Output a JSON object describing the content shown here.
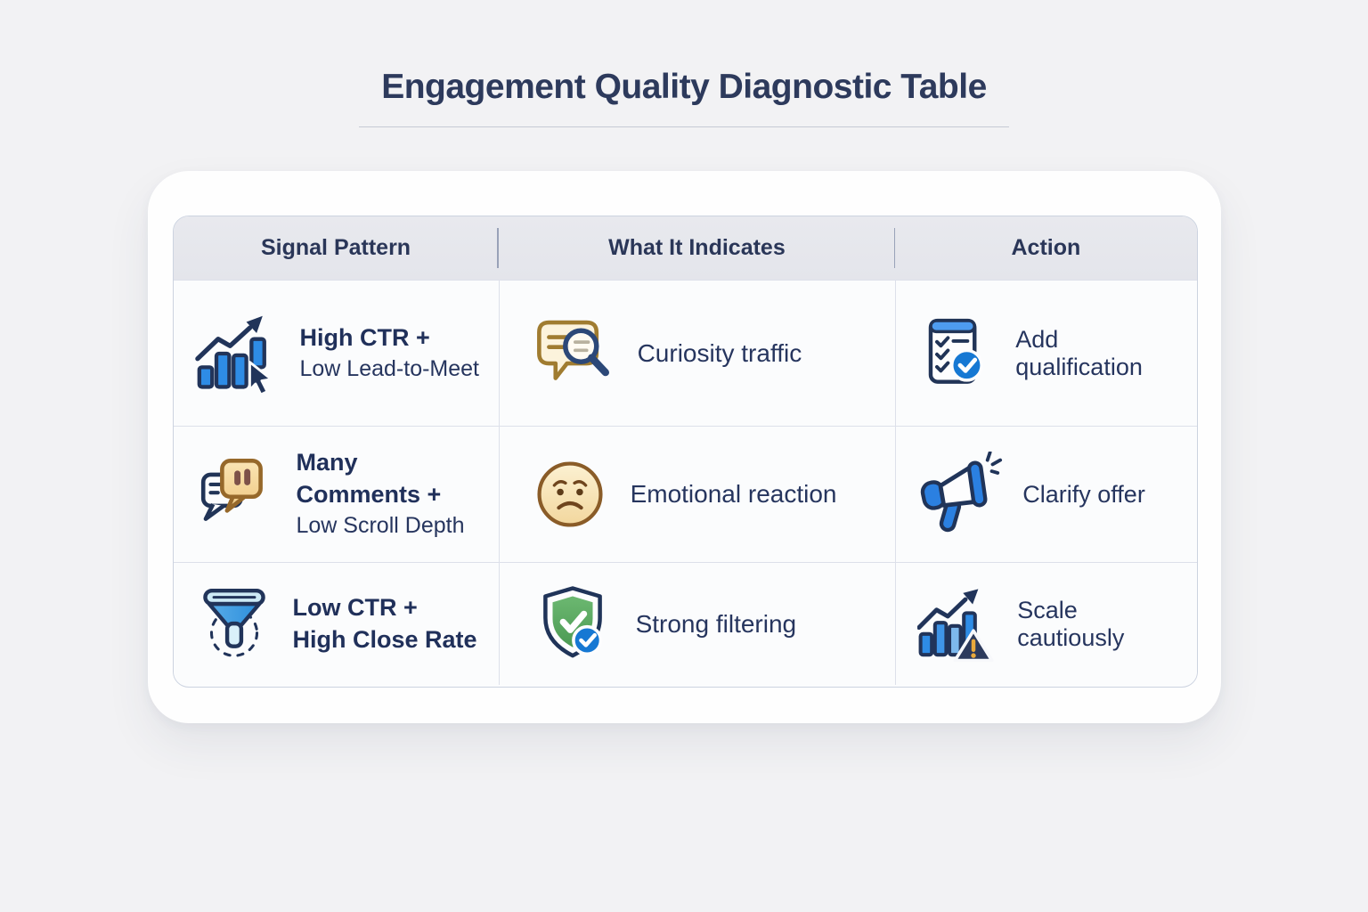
{
  "page": {
    "title": "Engagement Quality Diagnostic Table"
  },
  "table": {
    "headers": [
      "Signal Pattern",
      "What It Indicates",
      "Action"
    ],
    "rows": [
      {
        "signal": {
          "icon": "bar-chart-growth-cursor-icon",
          "lines": [
            "High CTR +",
            "Low Lead-to-Meet"
          ]
        },
        "indicates": {
          "icon": "comment-magnifier-icon",
          "label": "Curiosity traffic"
        },
        "action": {
          "icon": "checklist-check-icon",
          "label": "Add qualification"
        }
      },
      {
        "signal": {
          "icon": "comment-bubbles-icon",
          "lines": [
            "Many",
            "Comments +",
            "Low Scroll Depth"
          ]
        },
        "indicates": {
          "icon": "sad-face-icon",
          "label": "Emotional reaction"
        },
        "action": {
          "icon": "megaphone-icon",
          "label": "Clarify offer"
        }
      },
      {
        "signal": {
          "icon": "funnel-icon",
          "lines": [
            "Low CTR +",
            "High Close Rate"
          ]
        },
        "indicates": {
          "icon": "shield-check-icon",
          "label": "Strong filtering"
        },
        "action": {
          "icon": "bar-chart-warning-icon",
          "label": "Scale cautiously"
        }
      }
    ]
  },
  "colors": {
    "page_background": "#f2f2f4",
    "card_background": "#fefefe",
    "header_background": "#e6e7ec",
    "table_border": "#ccd3e0",
    "row_border": "#dde0ea",
    "title_text": "#2d3a5c",
    "body_text": "#26355e",
    "accent_blue": "#2e8ce6",
    "navy_outline": "#21345a",
    "gold": "#a07c30",
    "cream": "#fcf3dc",
    "green": "#4c9a53",
    "badge_blue": "#1678d3",
    "warning_yellow": "#e9a93c"
  }
}
